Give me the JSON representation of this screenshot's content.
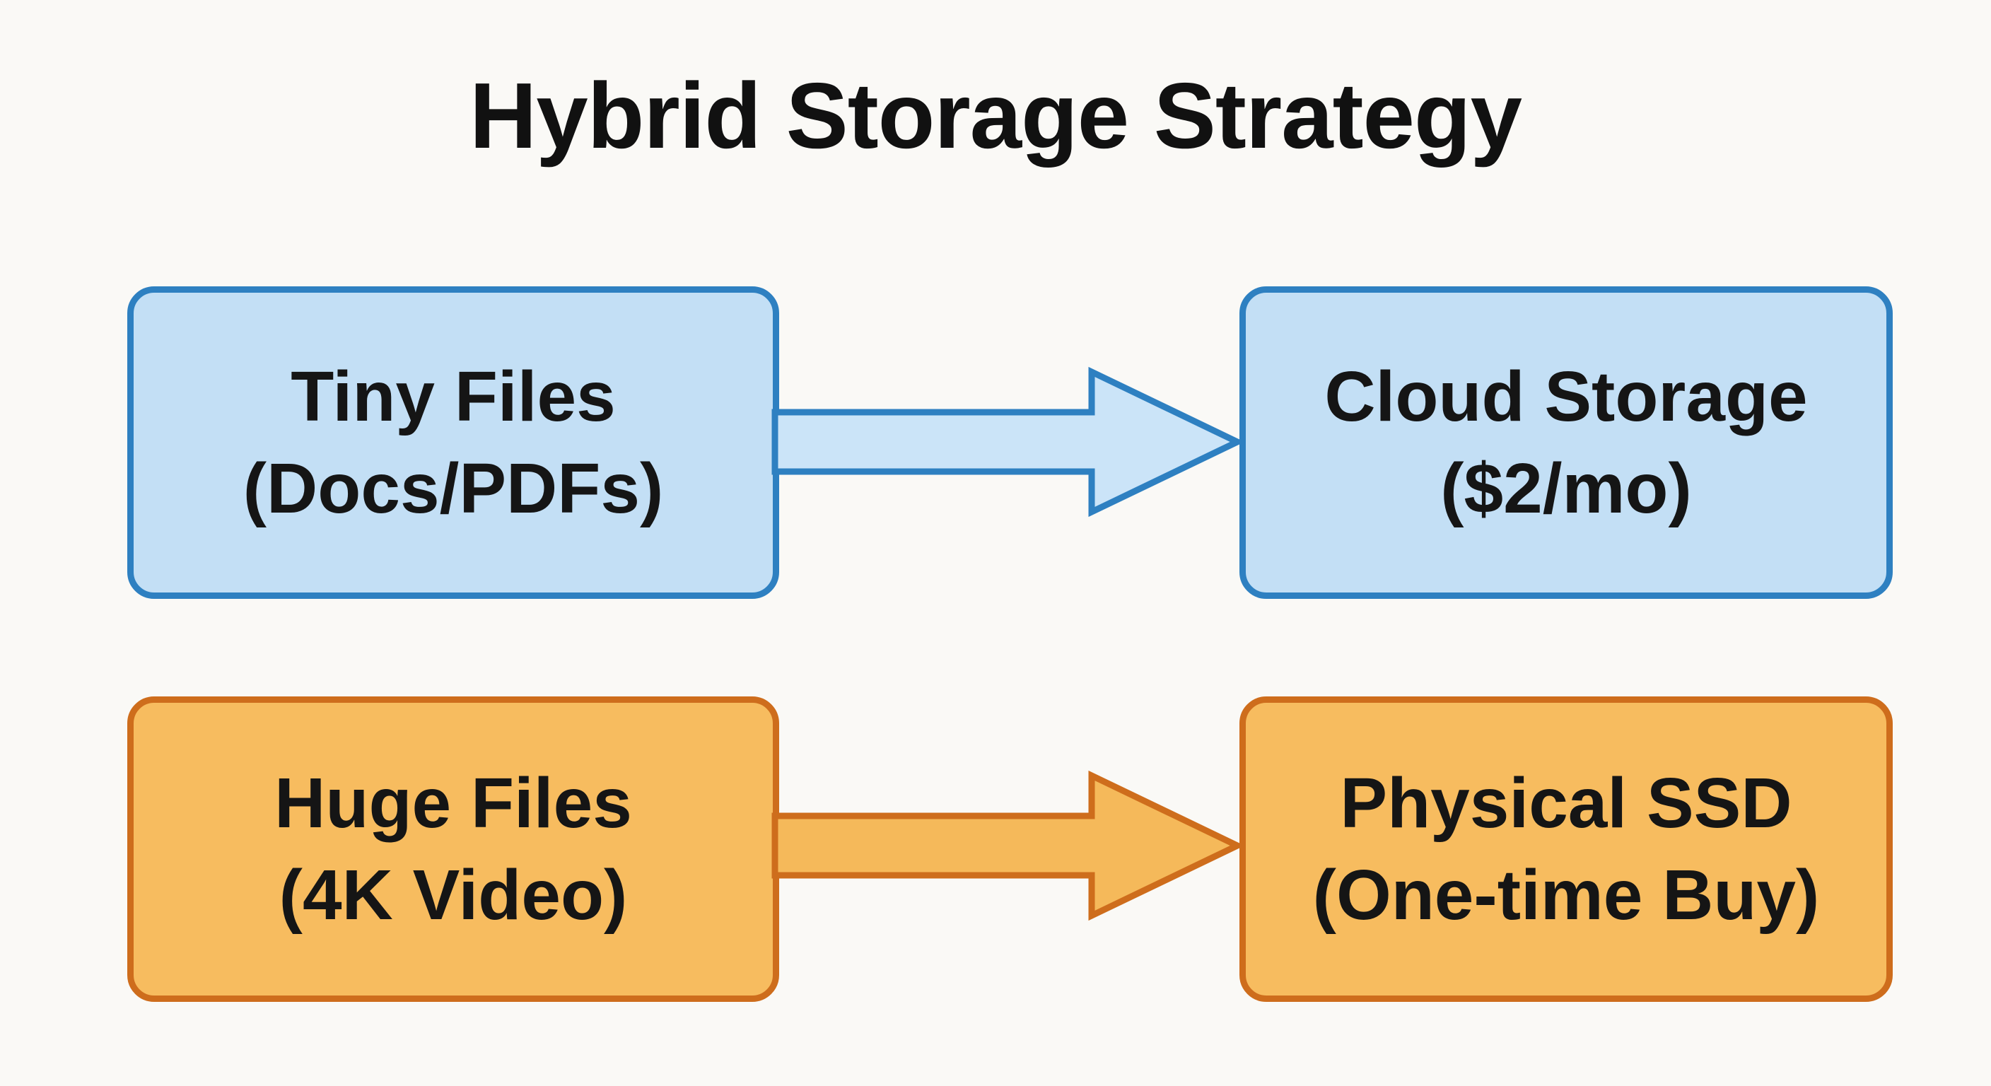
{
  "title": "Hybrid Storage Strategy",
  "colors": {
    "background": "#FAF9F6",
    "blue_fill": "#C3DFF5",
    "blue_border": "#2E80C1",
    "blue_arrow_fill": "#CBE4F8",
    "orange_fill": "#F7BC5F",
    "orange_border": "#CE6D1C",
    "orange_arrow_fill": "#F5B95A",
    "text": "#151515",
    "title_text": "#111111"
  },
  "rows": [
    {
      "theme": "blue",
      "source": {
        "line1": "Tiny Files",
        "line2": "(Docs/PDFs)"
      },
      "target": {
        "line1": "Cloud Storage",
        "line2": "($2/mo)"
      }
    },
    {
      "theme": "orange",
      "source": {
        "line1": "Huge Files",
        "line2": "(4K Video)"
      },
      "target": {
        "line1": "Physical SSD",
        "line2": "(One-time Buy)"
      }
    }
  ]
}
